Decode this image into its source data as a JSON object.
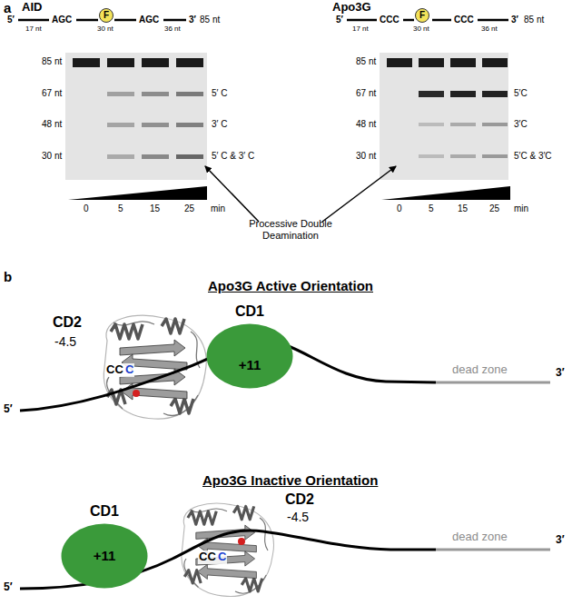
{
  "diagram": {
    "nodes": [
      {
        "text": [
          "F"
        ]
      },
      {
        "text": [
          "F"
        ]
      },
      {
        "text": [
          "CD1",
          "+11"
        ]
      },
      {
        "text": [
          "CD1",
          "+11"
        ]
      }
    ],
    "labels": [
      "a",
      "AID",
      "5′",
      "AGC",
      "AGC",
      "3′",
      "85 nt",
      "17 nt",
      "30 nt",
      "36 nt",
      "85 nt",
      "67 nt",
      "48 nt",
      "30 nt",
      "5′ C",
      "3′ C",
      "5′ C & 3′ C",
      "0",
      "5",
      "15",
      "25",
      "min",
      "Apo3G",
      "5′",
      "CCC",
      "CCC",
      "3′",
      "85 nt",
      "17 nt",
      "30 nt",
      "36 nt",
      "85 nt",
      "67 nt",
      "48 nt",
      "30 nt",
      "5′C",
      "3′C",
      "5′C & 3′C",
      "0",
      "5",
      "15",
      "25",
      "min",
      "Processive Double Deamination",
      "b",
      "Apo3G Active Orientation",
      "CD2",
      "-4.5",
      "CC",
      "C",
      "5′",
      "3′",
      "dead zone",
      "Apo3G Inactive Orientation",
      "CD2",
      "-4.5",
      "CC",
      "C",
      "5′",
      "3′",
      "dead zone"
    ]
  }
}
